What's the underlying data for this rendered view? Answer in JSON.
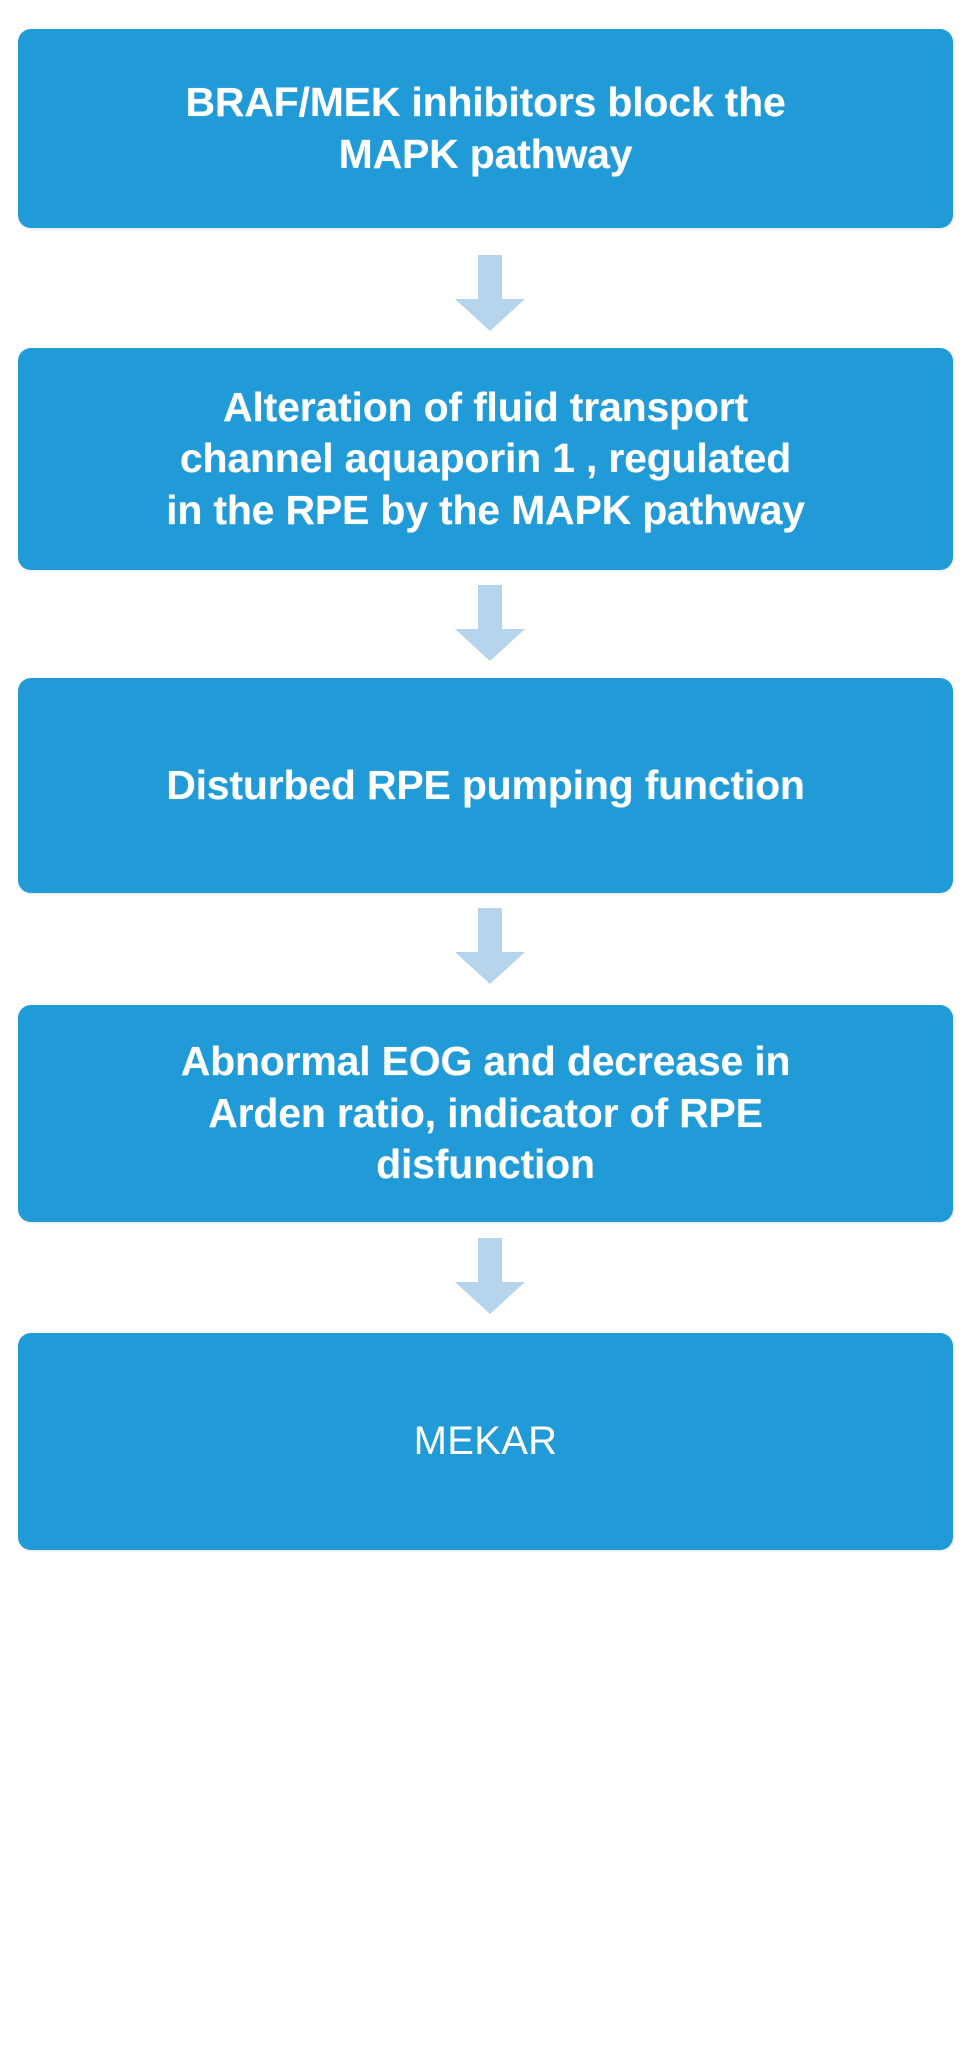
{
  "diagram": {
    "title": "MEKAR pathophysiology flowchart",
    "orientation": "vertical-top-down",
    "colors": {
      "node_fill": "#219BD7",
      "node_text": "#FFFFFF",
      "arrow_fill": "#B6D4EC",
      "background": "#FFFFFF"
    },
    "nodes": [
      {
        "id": "node-1",
        "name": "braf-mek-inhibitors",
        "text": "BRAF/MEK inhibitors  block the\nMAPK pathway",
        "lines": [
          "BRAF/MEK inhibitors  block the",
          "MAPK pathway"
        ],
        "style": "bold"
      },
      {
        "id": "node-2",
        "name": "aquaporin-alteration",
        "text": "Alteration of  fluid transport\nchannel aquaporin 1 , regulated\nin the RPE by the MAPK pathway",
        "lines": [
          "Alteration of  fluid transport",
          "channel aquaporin 1 , regulated",
          "in the RPE by the MAPK pathway"
        ],
        "style": "bold"
      },
      {
        "id": "node-3",
        "name": "disturbed-rpe-pumping",
        "text": "Disturbed RPE pumping function",
        "lines": [
          "Disturbed RPE pumping function"
        ],
        "style": "bold"
      },
      {
        "id": "node-4",
        "name": "abnormal-eog-arden-ratio",
        "text": "Abnormal EOG and  decrease in\nArden ratio, indicator of RPE\ndisfunction",
        "lines": [
          "Abnormal EOG and  decrease in",
          "Arden ratio, indicator of RPE",
          "disfunction"
        ],
        "style": "bold"
      },
      {
        "id": "node-5",
        "name": "mekar",
        "text": "MEKAR",
        "lines": [
          "MEKAR"
        ],
        "style": "plain"
      }
    ],
    "connectors": [
      {
        "id": "arrow-1",
        "name": "down-arrow-icon",
        "from": "node-1",
        "to": "node-2",
        "direction": "down"
      },
      {
        "id": "arrow-2",
        "name": "down-arrow-icon",
        "from": "node-2",
        "to": "node-3",
        "direction": "down"
      },
      {
        "id": "arrow-3",
        "name": "down-arrow-icon",
        "from": "node-3",
        "to": "node-4",
        "direction": "down"
      },
      {
        "id": "arrow-4",
        "name": "down-arrow-icon",
        "from": "node-4",
        "to": "node-5",
        "direction": "down"
      }
    ]
  }
}
